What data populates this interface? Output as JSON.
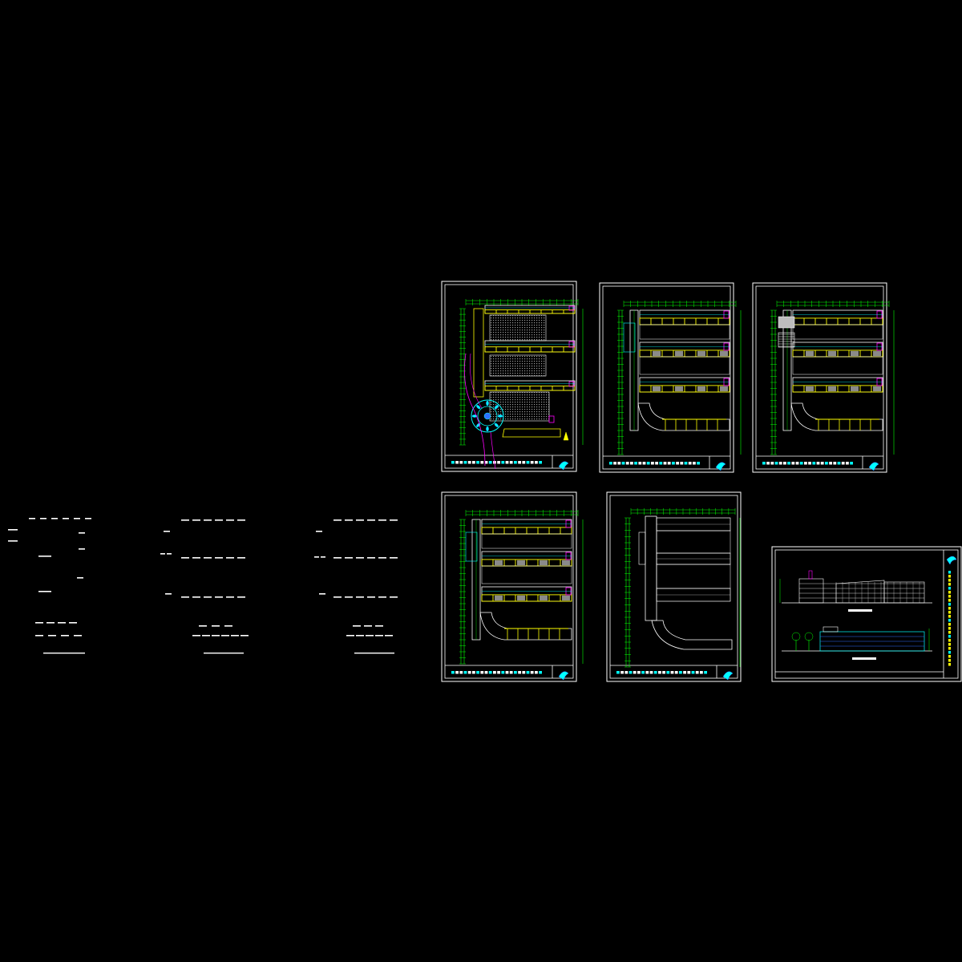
{
  "viewport": {
    "background": "#000000"
  },
  "colors": {
    "frame": "#ffffff",
    "dim": "#00ff00",
    "wall": "#ffff00",
    "accent": "#ff00ff",
    "water": "#00ffff",
    "hatch": "#9a9a9a",
    "pale": "#c0ffff",
    "blue": "#3070ff"
  },
  "sheets": [
    {
      "id": "plan-site",
      "kind": "site-plan",
      "title_text": ""
    },
    {
      "id": "plan-floor-2",
      "kind": "floor-plan",
      "title_text": ""
    },
    {
      "id": "plan-floor-3",
      "kind": "floor-plan-stair",
      "title_text": ""
    },
    {
      "id": "plan-floor-4",
      "kind": "floor-plan",
      "title_text": ""
    },
    {
      "id": "plan-roof",
      "kind": "roof-plan",
      "title_text": ""
    },
    {
      "id": "elevations",
      "kind": "elevation",
      "title_text": ""
    }
  ],
  "schedules": [
    {
      "id": "schedule-a",
      "rows": 3
    },
    {
      "id": "schedule-b",
      "rows": 3
    },
    {
      "id": "schedule-c",
      "rows": 3
    }
  ],
  "icons": {
    "logo": "dolphin-logo-icon",
    "north": "north-arrow-icon"
  }
}
